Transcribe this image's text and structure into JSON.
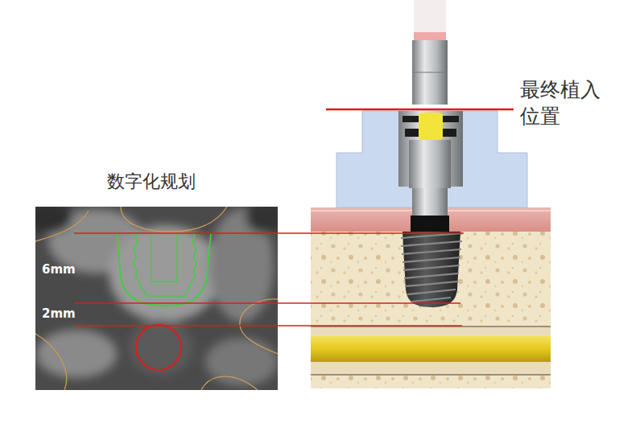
{
  "diagram": {
    "labels": [
      "数字化规划",
      "6mm",
      "2mm",
      "最终植入 位置"
    ]
  }
}
